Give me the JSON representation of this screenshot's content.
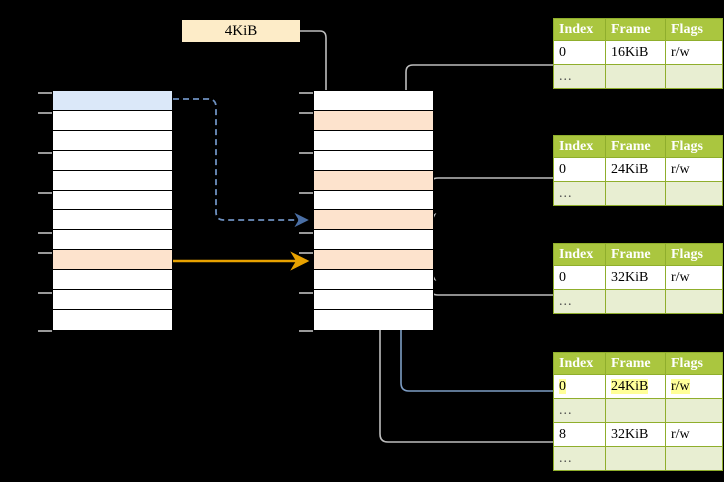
{
  "diagram": {
    "title": "page-table-walk",
    "size_label": "4KiB",
    "colors": {
      "header_green": "#aac63f",
      "row_alt_green": "#e8eed2",
      "highlight_yellow": "#ffff99",
      "peach": "#fde3cd",
      "blue_row": "#dbe8f9",
      "orange_arrow": "#e8a200",
      "blue_arrow": "#4a6fa5",
      "gray_arrow": "#bdbdbd"
    }
  },
  "virtual_column": {
    "name": "virtual-address-space",
    "row_count": 12,
    "rows": [
      {
        "index": 0,
        "state": "blue"
      },
      {
        "index": 1,
        "state": "plain"
      },
      {
        "index": 2,
        "state": "plain"
      },
      {
        "index": 3,
        "state": "plain"
      },
      {
        "index": 4,
        "state": "plain"
      },
      {
        "index": 5,
        "state": "plain"
      },
      {
        "index": 6,
        "state": "plain"
      },
      {
        "index": 7,
        "state": "plain"
      },
      {
        "index": 8,
        "state": "peach"
      },
      {
        "index": 9,
        "state": "plain"
      },
      {
        "index": 10,
        "state": "plain"
      },
      {
        "index": 11,
        "state": "plain"
      }
    ]
  },
  "physical_column": {
    "name": "physical-memory",
    "row_count": 12,
    "rows": [
      {
        "index": 0,
        "state": "plain"
      },
      {
        "index": 1,
        "state": "peach"
      },
      {
        "index": 2,
        "state": "plain"
      },
      {
        "index": 3,
        "state": "plain"
      },
      {
        "index": 4,
        "state": "peach"
      },
      {
        "index": 5,
        "state": "plain"
      },
      {
        "index": 6,
        "state": "peach"
      },
      {
        "index": 7,
        "state": "plain"
      },
      {
        "index": 8,
        "state": "peach"
      },
      {
        "index": 9,
        "state": "plain"
      },
      {
        "index": 10,
        "state": "plain"
      },
      {
        "index": 11,
        "state": "plain"
      }
    ]
  },
  "page_tables": [
    {
      "name": "page-table-level-1",
      "headers": [
        "Index",
        "Frame",
        "Flags"
      ],
      "rows": [
        {
          "type": "data",
          "cells": [
            "0",
            "16KiB",
            "r/w"
          ],
          "highlight": [
            false,
            false,
            false
          ]
        },
        {
          "type": "ellipsis",
          "cells": [
            "...",
            "",
            ""
          ],
          "highlight": [
            false,
            false,
            false
          ]
        }
      ]
    },
    {
      "name": "page-table-level-2",
      "headers": [
        "Index",
        "Frame",
        "Flags"
      ],
      "rows": [
        {
          "type": "data",
          "cells": [
            "0",
            "24KiB",
            "r/w"
          ],
          "highlight": [
            false,
            false,
            false
          ]
        },
        {
          "type": "ellipsis",
          "cells": [
            "...",
            "",
            ""
          ],
          "highlight": [
            false,
            false,
            false
          ]
        }
      ]
    },
    {
      "name": "page-table-level-3",
      "headers": [
        "Index",
        "Frame",
        "Flags"
      ],
      "rows": [
        {
          "type": "data",
          "cells": [
            "0",
            "32KiB",
            "r/w"
          ],
          "highlight": [
            false,
            false,
            false
          ]
        },
        {
          "type": "ellipsis",
          "cells": [
            "...",
            "",
            ""
          ],
          "highlight": [
            false,
            false,
            false
          ]
        }
      ]
    },
    {
      "name": "page-table-level-4",
      "headers": [
        "Index",
        "Frame",
        "Flags"
      ],
      "rows": [
        {
          "type": "data",
          "cells": [
            "0",
            "24KiB",
            "r/w"
          ],
          "highlight": [
            true,
            true,
            true
          ]
        },
        {
          "type": "ellipsis",
          "cells": [
            "...",
            "",
            ""
          ],
          "highlight": [
            false,
            false,
            false
          ]
        },
        {
          "type": "data",
          "cells": [
            "8",
            "32KiB",
            "r/w"
          ],
          "highlight": [
            false,
            false,
            false
          ]
        },
        {
          "type": "ellipsis",
          "cells": [
            "...",
            "",
            ""
          ],
          "highlight": [
            false,
            false,
            false
          ]
        }
      ]
    }
  ]
}
